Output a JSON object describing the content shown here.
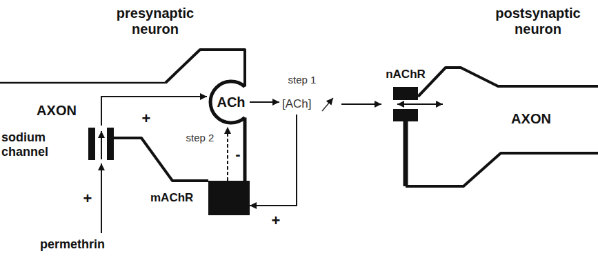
{
  "diagram": {
    "nodes": [
      {
        "text": [
          "sodium channel"
        ]
      },
      {
        "text": [
          "ACh"
        ]
      },
      {
        "text": [
          "[ACh]"
        ]
      },
      {
        "text": [
          "nAChR"
        ]
      },
      {
        "text": [
          "mAChR"
        ]
      },
      {
        "text": [
          "permethrin"
        ]
      }
    ],
    "edges": [
      {
        "from": 5,
        "to": 0,
        "arrow": "to",
        "label": "+"
      },
      {
        "from": 0,
        "to": 1,
        "arrow": "to",
        "label": "+"
      },
      {
        "from": 1,
        "to": 2,
        "arrow": "to"
      },
      {
        "from": 2,
        "to": 3,
        "arrow": "to"
      },
      {
        "from": 2,
        "to": 4,
        "arrow": "to",
        "label": "+"
      },
      {
        "from": 4,
        "to": 1,
        "arrow": "to",
        "label": "-"
      }
    ],
    "labels": [
      "presynaptic neuron",
      "postsynaptic neuron",
      "AXON",
      "AXON",
      "step 1",
      "step 2"
    ]
  }
}
